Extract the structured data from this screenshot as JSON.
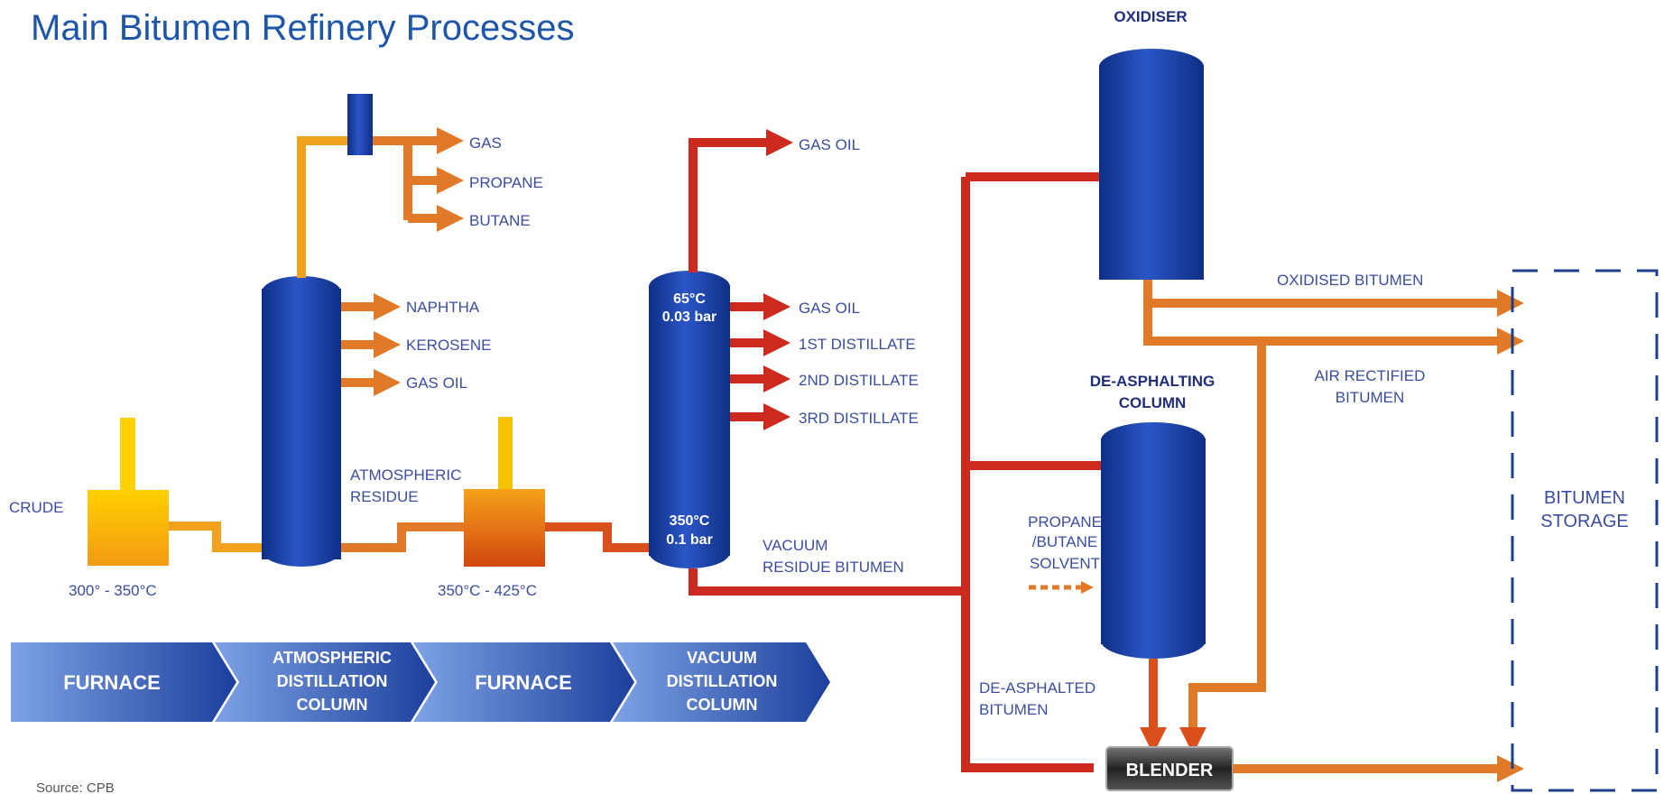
{
  "title": "Main Bitumen Refinery Processes",
  "source": "Source: CPB",
  "colors": {
    "title": "#1d55a8",
    "column": "#1b3fa0",
    "orange": "#e07a28",
    "red": "#cc2a1e",
    "yellow": "#f5c400",
    "label": "#3a4da0"
  },
  "inputs": {
    "crude": "CRUDE"
  },
  "furnaces": {
    "furnace1_temp": "300° - 350°C",
    "furnace2_temp": "350°C - 425°C"
  },
  "atmospheric": {
    "outputs": [
      "NAPHTHA",
      "KEROSENE",
      "GAS OIL"
    ],
    "residue": [
      "ATMOSPHERIC",
      "RESIDUE"
    ],
    "top_outputs": [
      "GAS",
      "PROPANE",
      "BUTANE"
    ]
  },
  "vacuum": {
    "top_temp": "65°C",
    "top_pressure": "0.03 bar",
    "bottom_temp": "350°C",
    "bottom_pressure": "0.1 bar",
    "top_output": "GAS OIL",
    "outputs": [
      "GAS OIL",
      "1ST DISTILLATE",
      "2ND DISTILLATE",
      "3RD DISTILLATE"
    ],
    "residue": [
      "VACUUM",
      "RESIDUE BITUMEN"
    ]
  },
  "oxidiser": {
    "label": "OXIDISER",
    "outputs": {
      "oxidised": "OXIDISED BITUMEN",
      "air_rectified": [
        "AIR RECTIFIED",
        "BITUMEN"
      ]
    }
  },
  "deasphalting": {
    "label": [
      "DE-ASPHALTING",
      "COLUMN"
    ],
    "solvent": [
      "PROPANE",
      "/BUTANE",
      "SOLVENT"
    ],
    "output": [
      "DE-ASPHALTED",
      "BITUMEN"
    ]
  },
  "blender": "BLENDER",
  "storage": [
    "BITUMEN",
    "STORAGE"
  ],
  "process_steps": [
    {
      "lines": [
        "FURNACE"
      ]
    },
    {
      "lines": [
        "ATMOSPHERIC",
        "DISTILLATION",
        "COLUMN"
      ]
    },
    {
      "lines": [
        "FURNACE"
      ]
    },
    {
      "lines": [
        "VACUUM",
        "DISTILLATION",
        "COLUMN"
      ]
    }
  ]
}
